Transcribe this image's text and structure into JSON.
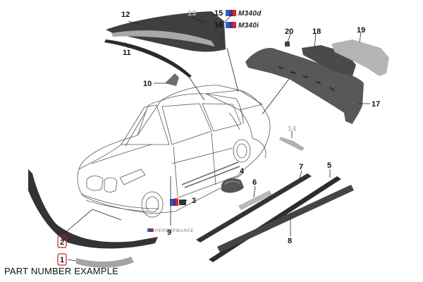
{
  "caption": "PART NUMBER EXAMPLE",
  "badges": {
    "m340d": "M340d",
    "m340i": "M340i",
    "performance": "PERFORMANCE"
  },
  "callouts": {
    "n1": "1",
    "n2": "2",
    "n3": "3",
    "n4": "4",
    "n5": "5",
    "n6": "6",
    "n7": "7",
    "n8": "8",
    "n9": "9",
    "n10": "10",
    "n11": "11",
    "n12": "12",
    "n13": "13",
    "n14": "14",
    "n15": "15",
    "n16": "16",
    "n17": "17",
    "n18": "18",
    "n19": "19",
    "n20": "20"
  },
  "colors": {
    "part_dark": "#3e3e3e",
    "part_mid": "#777777",
    "part_light": "#a8a8a8",
    "highlight_box": "#cc2222",
    "leader": "#222222"
  }
}
